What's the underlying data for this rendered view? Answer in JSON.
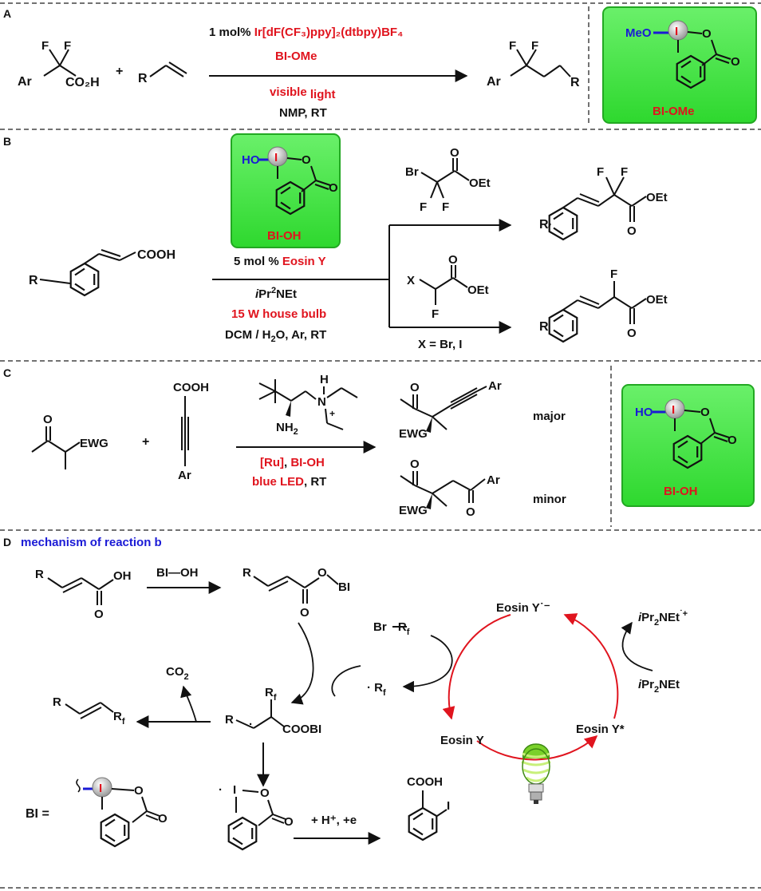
{
  "colors": {
    "black": "#111111",
    "red": "#e0141e",
    "blue": "#1a1ad6",
    "green_box": "#3ee63e",
    "green_border": "#22a822",
    "divider": "#444444",
    "iodine_ball": "#c8c8c8"
  },
  "icons": [
    "light-bulb-icon"
  ],
  "panels": {
    "a": {
      "letter": "A",
      "reactant1_ar": "Ar",
      "reactant1_acid": "CO₂H",
      "f": "F",
      "plus": "+",
      "r": "R",
      "catalyst_amount": "1 mol%",
      "catalyst_name": "Ir[dF(CF₃)ppy]₂(dtbpy)BF₄",
      "reagent": "BI-OMe",
      "light_word1": "visible",
      "light_word2": "light",
      "solvent": "NMP, RT",
      "product_ar": "Ar",
      "product_r": "R",
      "box_meo": "MeO",
      "box_i": "I",
      "box_o": "O",
      "box_label": "BI-OMe"
    },
    "b": {
      "letter": "B",
      "box_ho": "HO",
      "box_i": "I",
      "box_o": "O",
      "box_label": "BI-OH",
      "cat_amount": "5 mol %",
      "cat_name": "Eosin Y",
      "base_i": "i",
      "base_pr": "Pr",
      "base_sub": "2",
      "base_net": "NEt",
      "lamp": "15 W house bulb",
      "cond_pre": "DCM / H",
      "cond_sub": "2",
      "cond_post": "O, Ar, RT",
      "start_cooh": "COOH",
      "r": "R",
      "br": "Br",
      "x": "X",
      "o": "O",
      "oet": "OEt",
      "f": "F",
      "x_note": "X = Br, I"
    },
    "c": {
      "letter": "C",
      "o": "O",
      "ewg": "EWG",
      "plus": "+",
      "cooh": "COOH",
      "ar": "Ar",
      "h": "H",
      "n": "N",
      "plus_charge": "+",
      "nh": "NH",
      "nh_sub": "2",
      "cond1_ru": "[Ru]",
      "cond1_sep": ",",
      "cond1_bi": "BI-OH",
      "cond2_led": "blue LED",
      "cond2_rt": ", RT",
      "major": "major",
      "minor": "minor",
      "box_ho": "HO",
      "box_i": "I",
      "box_o": "O",
      "box_label": "BI-OH"
    },
    "d": {
      "letter": "D",
      "heading": "mechanism of reaction b",
      "r": "R",
      "oh": "OH",
      "o": "O",
      "bi_oh": "BI—OH",
      "bi": "BI",
      "br_rf_br": "Br",
      "rf_r": "R",
      "rf_sub": "f",
      "co2_pre": "CO",
      "co2_sub": "2",
      "cooBi": "COOBI",
      "eosin_anion": "Eosin Y˙⁻",
      "eosin_ground": "Eosin Y",
      "eosin_excited": "Eosin Y*",
      "amine_i": "i",
      "amine_pr": "Pr",
      "amine_sub": "2",
      "amine_net": "NEt",
      "amine_cation": "˙+",
      "i_atom": "I",
      "bi_eq": "BI =",
      "step_label": "+ H⁺, +e",
      "product_cooh": "COOH"
    }
  }
}
